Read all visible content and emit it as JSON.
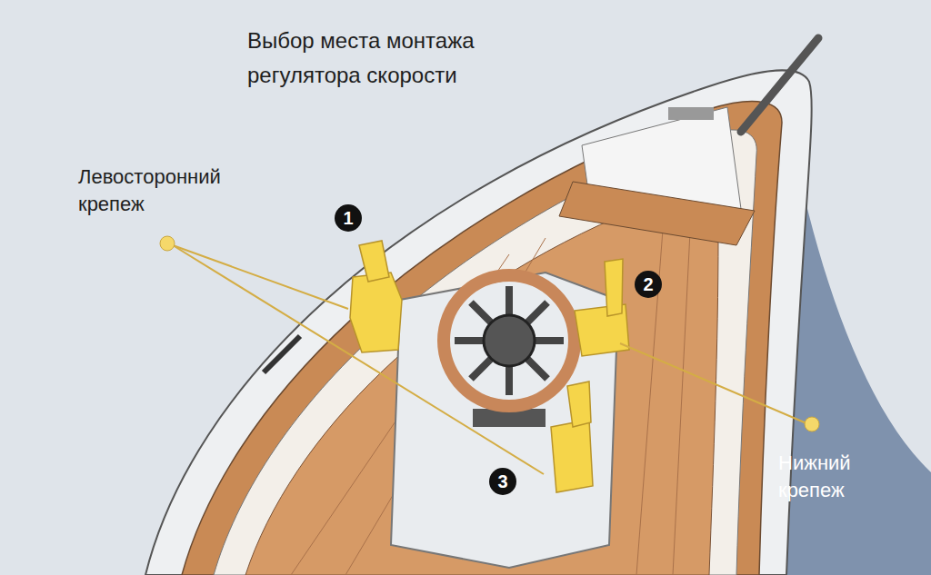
{
  "diagram": {
    "title": "Выбор места монтажа регулятора скорости",
    "labels": [
      "Левосторонний крепеж",
      "1",
      "2",
      "Нижний крепеж",
      "3"
    ]
  }
}
